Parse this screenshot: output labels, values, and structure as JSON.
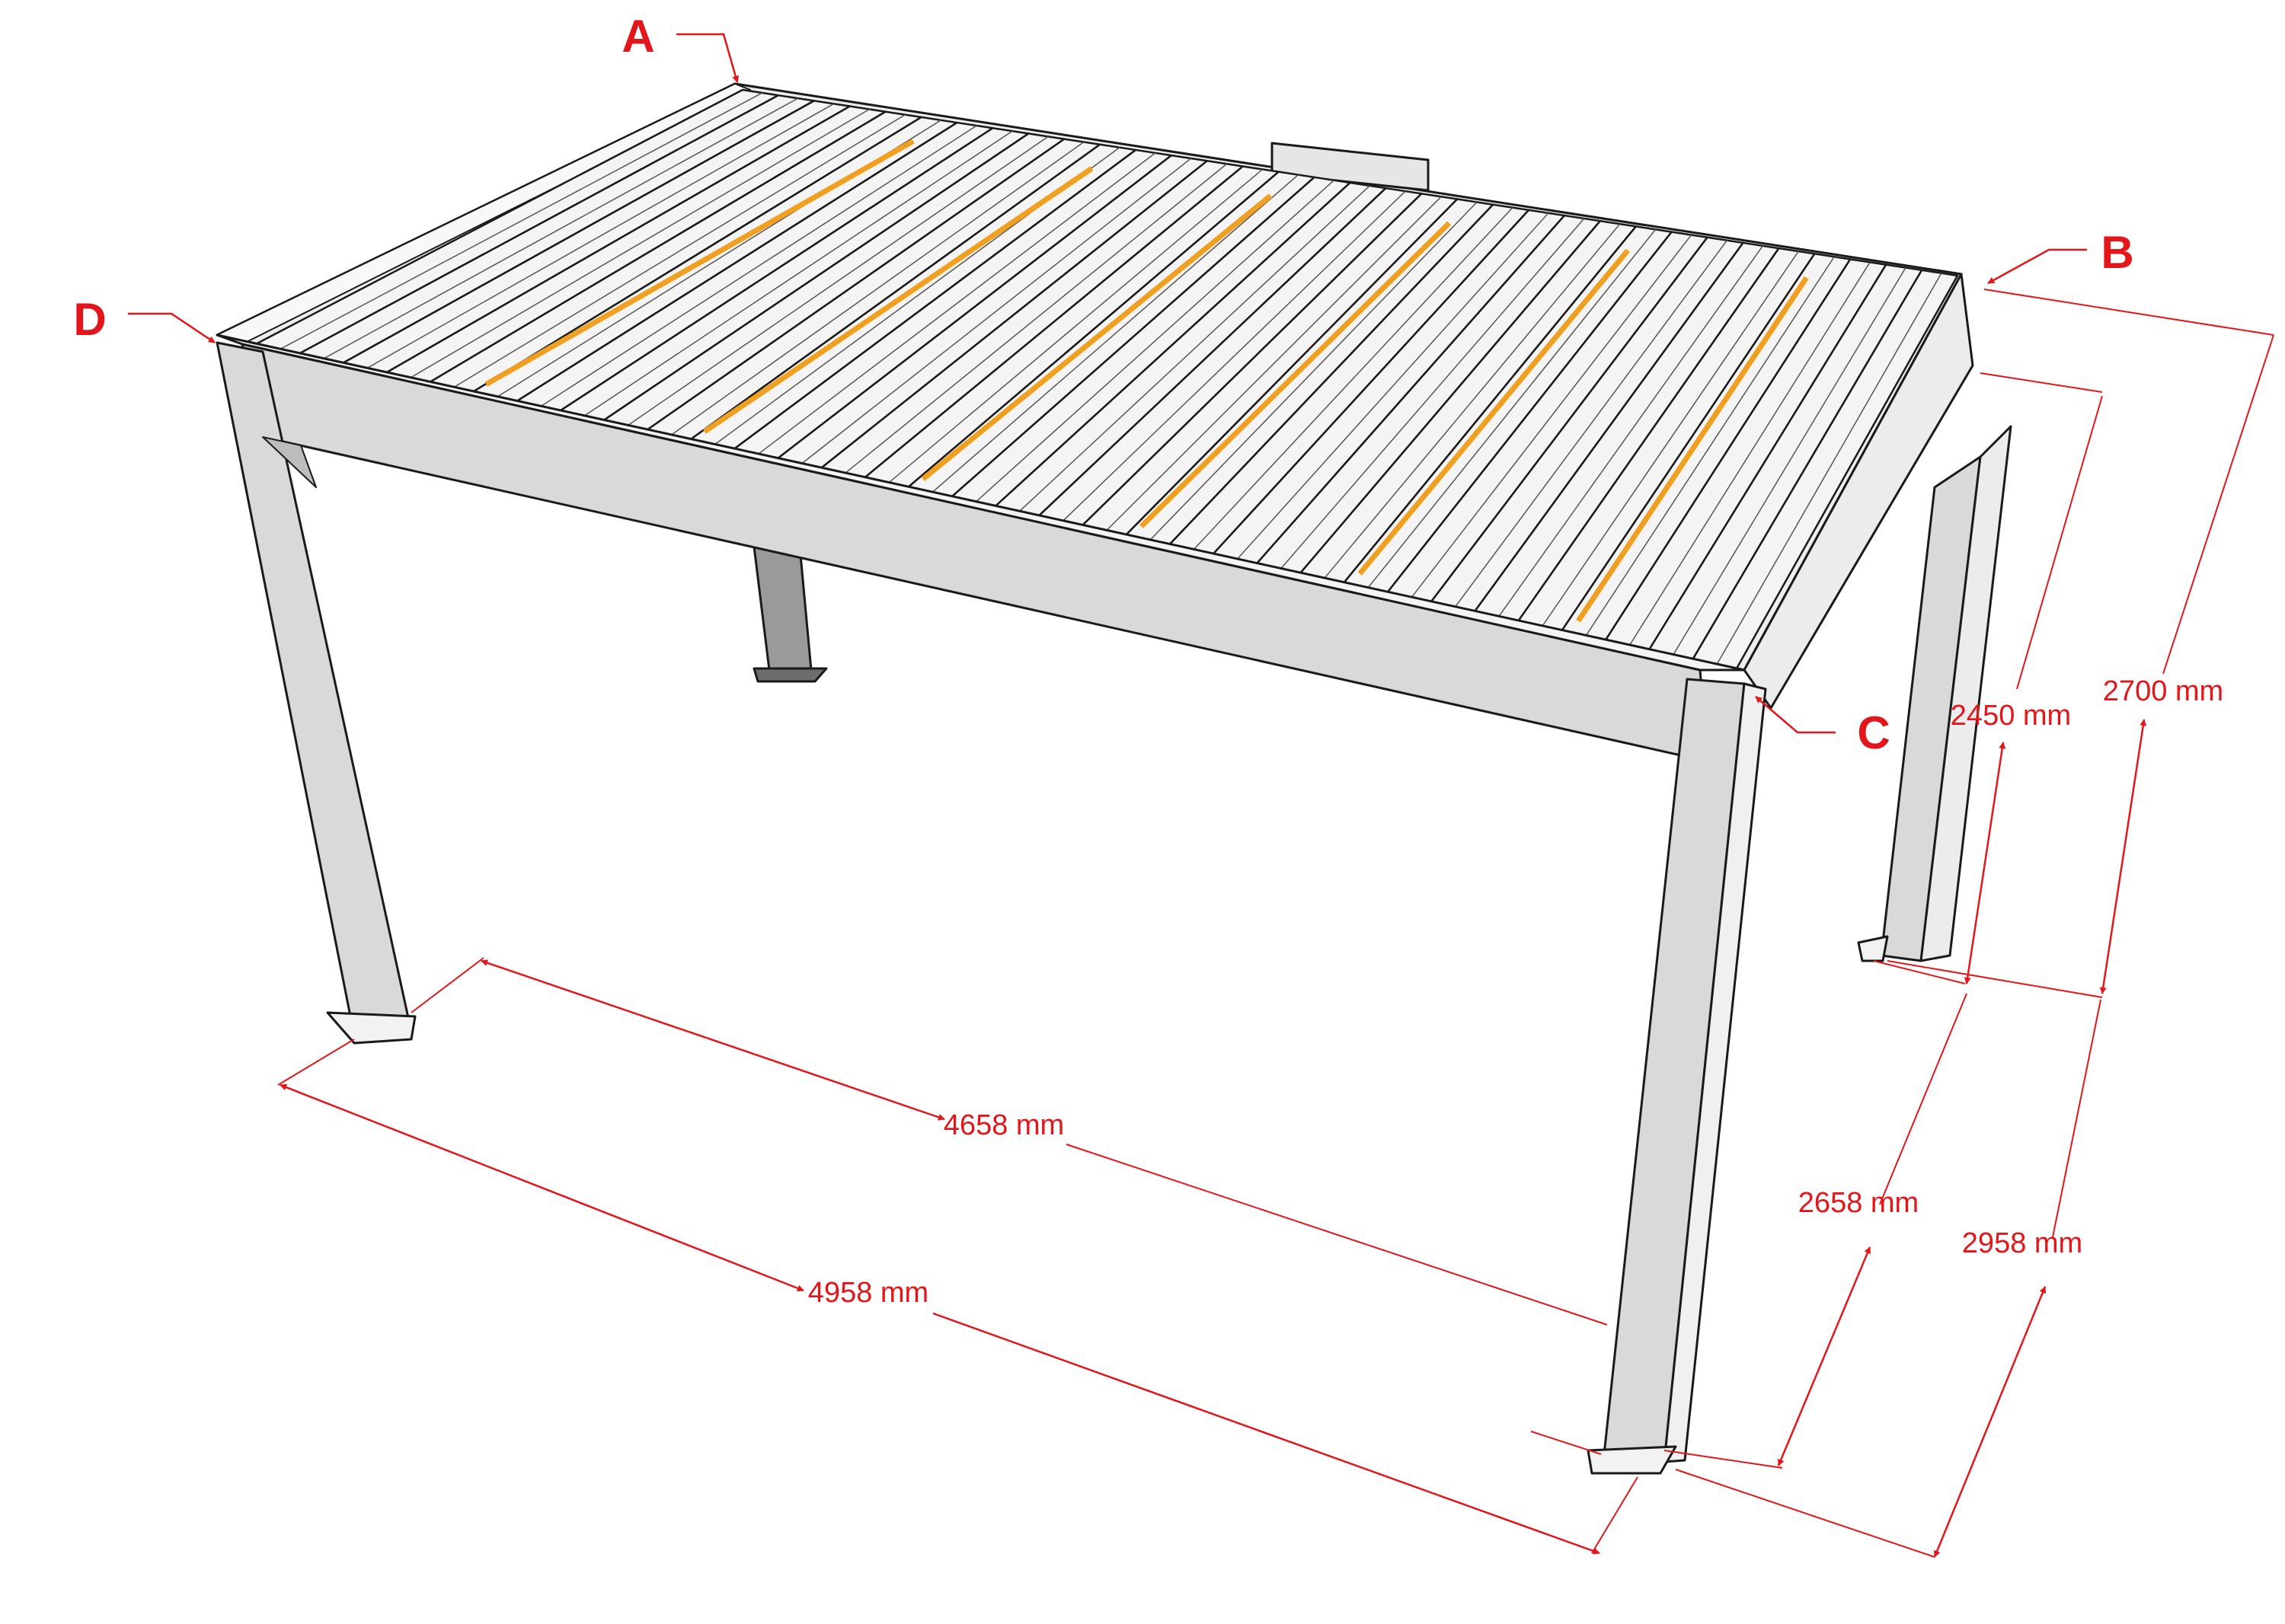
{
  "diagram": {
    "corner_labels": [
      "A",
      "B",
      "C",
      "D"
    ],
    "dimensions": {
      "inner_length": "4658 mm",
      "outer_length": "4958 mm",
      "inner_width": "2658 mm",
      "outer_width": "2958 mm",
      "clear_height": "2450 mm",
      "total_height": "2700 mm"
    },
    "colors": {
      "annotation": "#e2161b",
      "outline": "#1a1a1a",
      "frame_fill": "#d9d9d9",
      "frame_shadow": "#bdbdbd",
      "louver_fill": "#f4f4f4",
      "led_strip": "#f0a020"
    }
  }
}
